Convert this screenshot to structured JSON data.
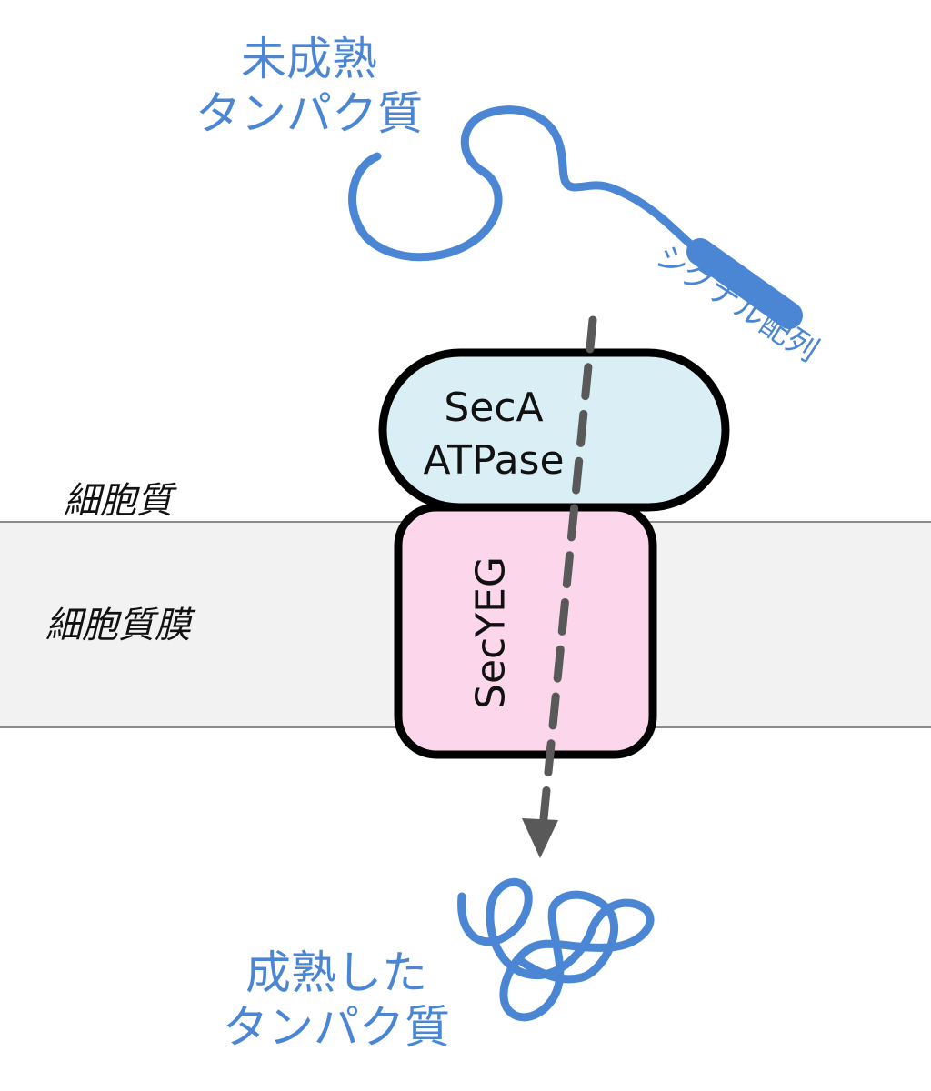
{
  "labels": {
    "immature_protein": [
      "未成熟",
      "タンパク質"
    ],
    "mature_protein": [
      "成熟した",
      "タンパク質"
    ],
    "signal_sequence": "シグナル配列",
    "cytoplasm": "細胞質",
    "membrane": "細胞質膜",
    "seca": [
      "SecA",
      "ATPase"
    ],
    "secyeg": "SecYEG"
  },
  "colors": {
    "protein_blue": "#4a86d4",
    "seca_fill": "#daeef5",
    "secyeg_fill": "#fcd6ea",
    "membrane_fill": "#f2f2f2",
    "arrow_gray": "#595959",
    "outline": "#000000"
  }
}
